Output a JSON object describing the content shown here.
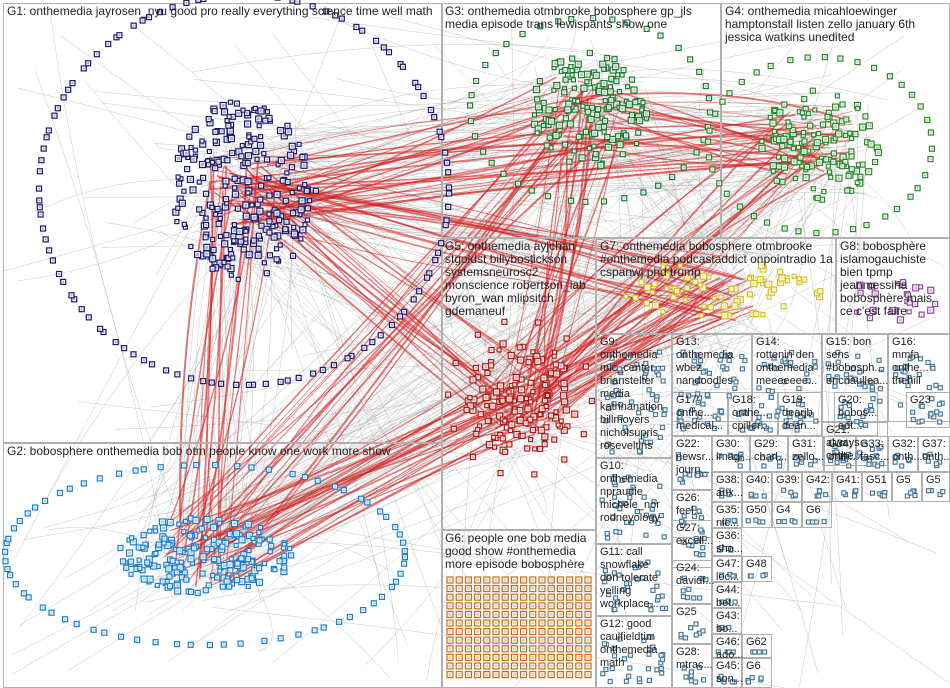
{
  "colors": {
    "background": "#ffffff",
    "box_border": "#b0b0b0",
    "edge_gray": "#9a9a9a",
    "edge_red": "#d42020",
    "g1": "#1a1a6e",
    "g2": "#1a7fd0",
    "g3": "#1f7a30",
    "g4": "#2a8a2a",
    "g5": "#b01818",
    "g6": "#c07020",
    "g7": "#d8c020",
    "g8": "#8a4a9a",
    "small": "#4a7a9a"
  },
  "groups": [
    {
      "id": "G1",
      "label_lines": [
        "G1: onthemedia jayrosen_nyu good pro really everything science time well math"
      ]
    },
    {
      "id": "G2",
      "label_lines": [
        "G2: bobosphere onthemedia bob otm people know one work more show"
      ]
    },
    {
      "id": "G3",
      "label_lines": [
        "G3: onthemedia otmbrooke bobosphere gp_jls",
        "media episode trans lewispants show one"
      ]
    },
    {
      "id": "G4",
      "label_lines": [
        "G4: onthemedia micahloewinger",
        "hamptonstall listen zello january 6th",
        "jessica watkins unedited"
      ]
    },
    {
      "id": "G5",
      "label_lines": [
        "G5: onthemedia ayjchan",
        "stgoldst billybostickson",
        "systemsneurosc2",
        "monscience robertson_lab",
        "byron_wan mlipsitch",
        "gdemaneuf"
      ]
    },
    {
      "id": "G6",
      "label_lines": [
        "G6: people one bob media",
        "good show #onthemedia",
        "more episode bobosphère"
      ]
    },
    {
      "id": "G7",
      "label_lines": [
        "G7: onthemedia bobosphere otmbrooke",
        "#onthemedia podcastaddict onpointradio 1a",
        "cspanwj phd trump"
      ]
    },
    {
      "id": "G8",
      "label_lines": [
        "G8: bobosphère",
        "islamogauchiste",
        "bien tpmp",
        "jeanmessiha",
        "bobosphère mais",
        "ce c'est faire"
      ]
    },
    {
      "id": "G9",
      "label_lines": [
        "G9:",
        "onthemedia",
        "mic_center",
        "brianstelter",
        "media",
        "katrinanation",
        "billmoyers",
        "nicholsupris",
        "roseveltins"
      ]
    },
    {
      "id": "G10",
      "label_lines": [
        "G10:",
        "onthemedia",
        "npraudie",
        "michele_nor",
        "rodneyology"
      ]
    },
    {
      "id": "G11",
      "label_lines": [
        "G11: call",
        "snowflake",
        "don tolerate",
        "yelling",
        "workplace..."
      ]
    },
    {
      "id": "G12",
      "label_lines": [
        "G12: good",
        "caulfieldtim",
        "onthemedia",
        "math"
      ]
    },
    {
      "id": "G13",
      "label_lines": [
        "G13:",
        "onthemedia",
        "wbez",
        "nandoodles"
      ]
    },
    {
      "id": "G14",
      "label_lines": [
        "G14:",
        "rottenin den",
        "onthemedia",
        "meeeeeee..."
      ]
    },
    {
      "id": "G15",
      "label_lines": [
        "G15: bon",
        "sens",
        "#bobosph...",
        "ericnaullea..."
      ]
    },
    {
      "id": "G16",
      "label_lines": [
        "G16:",
        "mmfa",
        "onthe...",
        "thehill"
      ]
    },
    {
      "id": "G17",
      "label_lines": [
        "G17:",
        "onthe...",
        "medical..."
      ]
    },
    {
      "id": "G18",
      "label_lines": [
        "G18:",
        "onthe...",
        "cpiller..."
      ]
    },
    {
      "id": "G19",
      "label_lines": [
        "G19:",
        "dearjb",
        "dean..."
      ]
    },
    {
      "id": "G20",
      "label_lines": [
        "G20:",
        "bobos...",
        "edt..."
      ]
    },
    {
      "id": "G21",
      "label_lines": [
        "G21:",
        "always",
        "onthe..."
      ]
    },
    {
      "id": "G22",
      "label_lines": [
        "G22:",
        "newsr...",
        "journ..."
      ]
    },
    {
      "id": "G23",
      "label_lines": [
        "G23"
      ]
    },
    {
      "id": "G24",
      "label_lines": [
        "G24:",
        "davidf..."
      ]
    },
    {
      "id": "G25",
      "label_lines": [
        "G25"
      ]
    },
    {
      "id": "G26",
      "label_lines": [
        "G26:",
        "feel..."
      ]
    },
    {
      "id": "G27",
      "label_lines": [
        "G27:",
        "excell..."
      ]
    },
    {
      "id": "G28",
      "label_lines": [
        "G28:",
        "mtrac..."
      ]
    },
    {
      "id": "G29",
      "label_lines": [
        "G29:",
        "charl..."
      ]
    },
    {
      "id": "G30",
      "label_lines": [
        "G30:",
        "imagi..."
      ]
    },
    {
      "id": "G31",
      "label_lines": [
        "G31:",
        "zello..."
      ]
    },
    {
      "id": "G32",
      "label_lines": [
        "G32:",
        "onth..."
      ]
    },
    {
      "id": "G33",
      "label_lines": [
        "G33:",
        "fasc..."
      ]
    },
    {
      "id": "G34",
      "label_lines": [
        "G34:",
        "onth..."
      ]
    },
    {
      "id": "G35",
      "label_lines": [
        "G35:",
        "nic..."
      ]
    },
    {
      "id": "G36",
      "label_lines": [
        "G36:",
        "sho..."
      ]
    },
    {
      "id": "G37",
      "label_lines": [
        "G37:",
        "onth..."
      ]
    },
    {
      "id": "G38",
      "label_lines": [
        "G38:",
        "aux..."
      ]
    },
    {
      "id": "G39",
      "label_lines": [
        "G39:"
      ]
    },
    {
      "id": "G40",
      "label_lines": [
        "G40:"
      ]
    },
    {
      "id": "G41",
      "label_lines": [
        "G41:"
      ]
    },
    {
      "id": "G42",
      "label_lines": [
        "G42:"
      ]
    },
    {
      "id": "G43",
      "label_lines": [
        "G43:",
        "bo..."
      ]
    },
    {
      "id": "G44",
      "label_lines": [
        "G44:",
        "bet..."
      ]
    },
    {
      "id": "G45",
      "label_lines": [
        "G45:",
        "son..."
      ]
    },
    {
      "id": "G46",
      "label_lines": [
        "G46:",
        "ado..."
      ]
    },
    {
      "id": "G47",
      "label_lines": [
        "G47:",
        "loc..."
      ]
    },
    {
      "id": "G48",
      "label_lines": [
        "G48"
      ]
    },
    {
      "id": "G49",
      "label_lines": [
        "G4"
      ]
    },
    {
      "id": "G50",
      "label_lines": [
        "G50"
      ]
    },
    {
      "id": "G51",
      "label_lines": [
        "G51"
      ]
    },
    {
      "id": "G52",
      "label_lines": [
        "G5"
      ]
    },
    {
      "id": "G53",
      "label_lines": [
        "G5"
      ]
    },
    {
      "id": "G60",
      "label_lines": [
        "G6"
      ]
    },
    {
      "id": "G62",
      "label_lines": [
        "G62"
      ]
    },
    {
      "id": "G63",
      "label_lines": [
        "G6"
      ]
    }
  ]
}
